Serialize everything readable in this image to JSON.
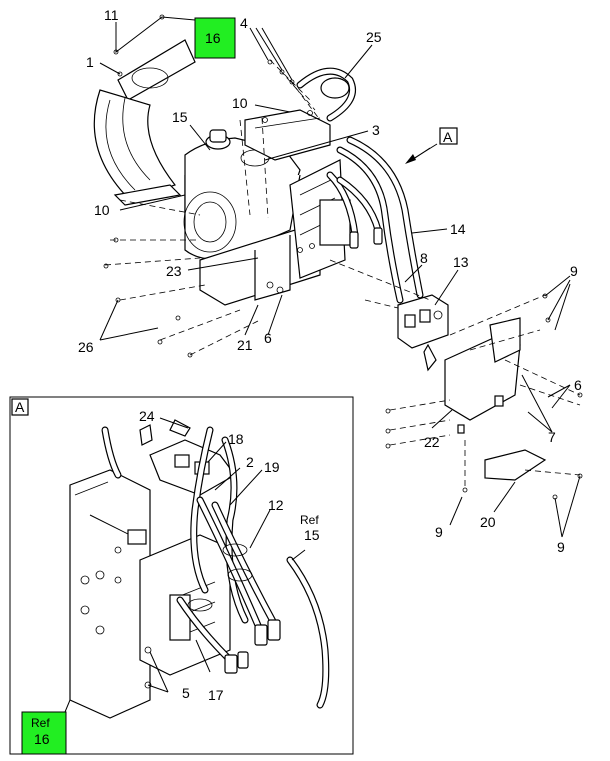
{
  "main_callouts": [
    {
      "id": "c11",
      "text": "11"
    },
    {
      "id": "c1",
      "text": "1"
    },
    {
      "id": "c4",
      "text": "4"
    },
    {
      "id": "c25",
      "text": "25"
    },
    {
      "id": "c10a",
      "text": "10"
    },
    {
      "id": "c15",
      "text": "15"
    },
    {
      "id": "c3",
      "text": "3"
    },
    {
      "id": "c10b",
      "text": "10"
    },
    {
      "id": "c14",
      "text": "14"
    },
    {
      "id": "c8",
      "text": "8"
    },
    {
      "id": "c13",
      "text": "13"
    },
    {
      "id": "c9a",
      "text": "9"
    },
    {
      "id": "c23",
      "text": "23"
    },
    {
      "id": "c26",
      "text": "26"
    },
    {
      "id": "c21",
      "text": "21"
    },
    {
      "id": "c6a",
      "text": "6"
    },
    {
      "id": "c6b",
      "text": "6"
    },
    {
      "id": "c22",
      "text": "22"
    },
    {
      "id": "c7",
      "text": "7"
    },
    {
      "id": "c9b",
      "text": "9"
    },
    {
      "id": "c20",
      "text": "20"
    },
    {
      "id": "c9c",
      "text": "9"
    }
  ],
  "view_marker": "A",
  "ref_box_top": {
    "number": "16"
  },
  "detail": {
    "label": "A",
    "callouts": [
      {
        "id": "d24",
        "text": "24"
      },
      {
        "id": "d18",
        "text": "18"
      },
      {
        "id": "d2",
        "text": "2"
      },
      {
        "id": "d19",
        "text": "19"
      },
      {
        "id": "d12",
        "text": "12"
      },
      {
        "id": "d5",
        "text": "5"
      },
      {
        "id": "d17",
        "text": "17"
      }
    ],
    "ref15": {
      "line1": "Ref",
      "line2": "15"
    },
    "ref_box": {
      "line1": "Ref",
      "line2": "16"
    }
  },
  "colors": {
    "highlight": "#22ee22",
    "ink": "#000000"
  }
}
